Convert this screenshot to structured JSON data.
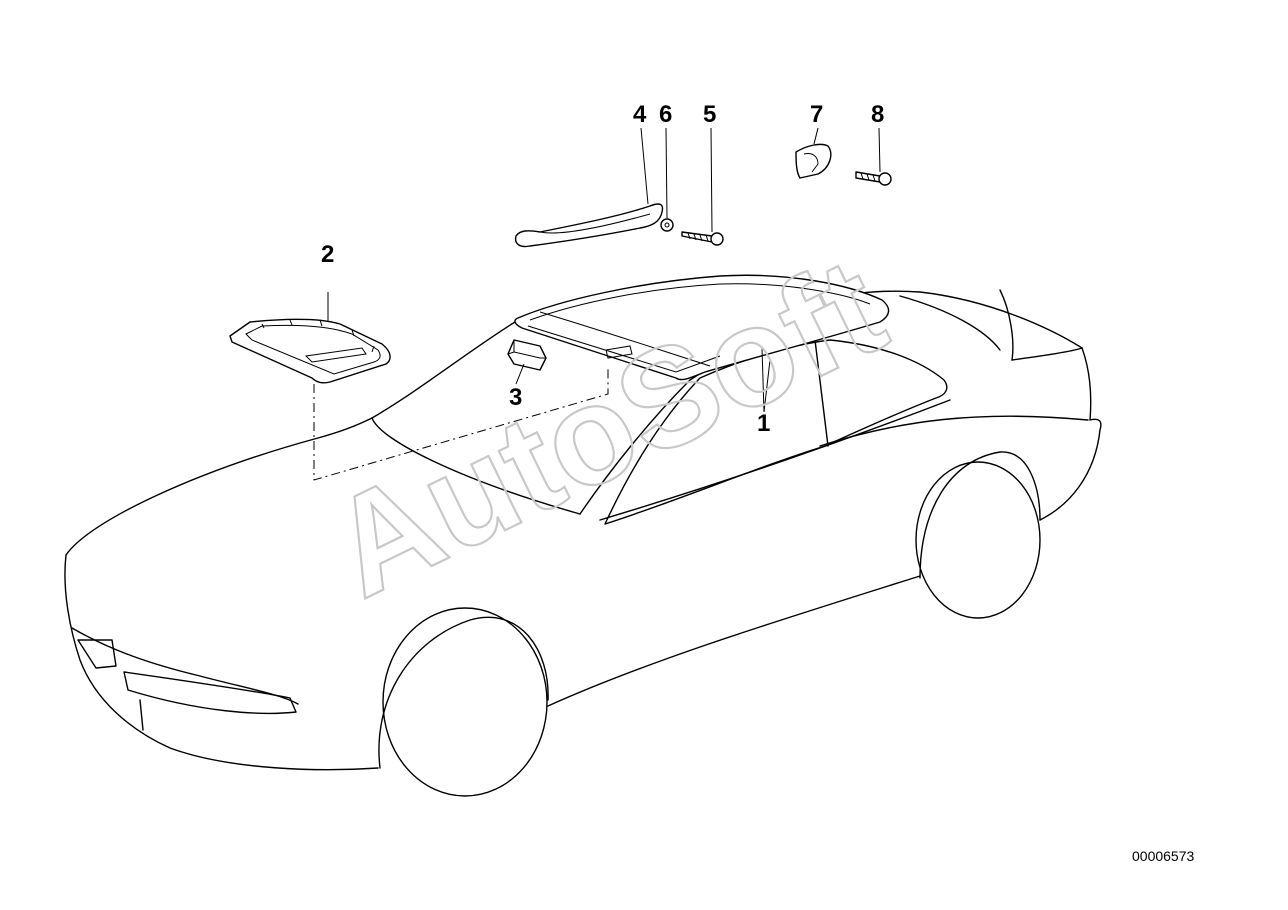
{
  "callouts": [
    {
      "id": "1",
      "label": "1"
    },
    {
      "id": "2",
      "label": "2"
    },
    {
      "id": "3",
      "label": "3"
    },
    {
      "id": "4",
      "label": "4"
    },
    {
      "id": "5",
      "label": "5"
    },
    {
      "id": "6",
      "label": "6"
    },
    {
      "id": "7",
      "label": "7"
    },
    {
      "id": "8",
      "label": "8"
    }
  ],
  "watermark": "AutoSoft",
  "document_number": "00006573"
}
